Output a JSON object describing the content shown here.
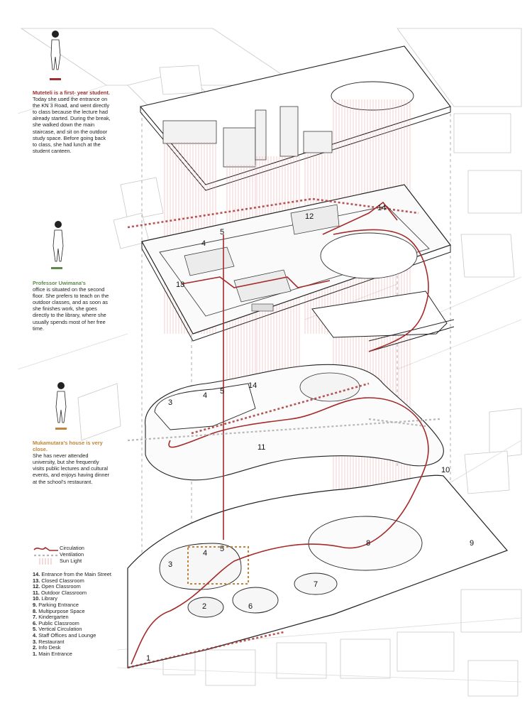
{
  "personas": [
    {
      "heading": "Muteteli is a first- year student.",
      "body": "Today she used the entrance on the KN 3 Road, and went directly to class because the lecture had already started. During the break, she  walked down the main staircase, and sit on the outdoor study space. Before going back to class, she had lunch at the student canteen.",
      "color": "#a03030"
    },
    {
      "heading": "Professor Uwimana's",
      "body": "office is situated on the second floor. She prefers to teach on the outdoor classes, and as soon as she finishes work, she goes directly to the library, where she usually spends most of her free time.",
      "color": "#5d8a4a"
    },
    {
      "heading": "Mukamutara's house is very close.",
      "body": "She has never attended university, but she frequently visits public lectures and cultural events, and enjoys having dinner at the school's restaurant.",
      "color": "#c0843a"
    }
  ],
  "legend": {
    "circulation": "Circulation",
    "ventilation": "Ventilation",
    "sunlight": "Sun Light",
    "circulation_color": "#a52a2a",
    "ventilation_color": "#b8b8b8",
    "sunlight_color": "#e8a0a0"
  },
  "key": [
    {
      "num": "14.",
      "label": "Entrance from the Main Street"
    },
    {
      "num": "13.",
      "label": "Closed Classroom"
    },
    {
      "num": "12.",
      "label": "Open Classroom"
    },
    {
      "num": "11.",
      "label": "Outdoor Classroom"
    },
    {
      "num": "10.",
      "label": "Library"
    },
    {
      "num": "9.",
      "label": "Parking Entrance"
    },
    {
      "num": "8.",
      "label": "Multipurpose Space"
    },
    {
      "num": "7.",
      "label": "Kindergarten"
    },
    {
      "num": "6.",
      "label": "Public Classroom"
    },
    {
      "num": "5.",
      "label": "Vertical Circulation"
    },
    {
      "num": "4.",
      "label": "Staff Offices and Lounge"
    },
    {
      "num": "3.",
      "label": "Restaurant"
    },
    {
      "num": "2.",
      "label": "Info Desk"
    },
    {
      "num": "1.",
      "label": "Main Entrance"
    }
  ],
  "labels": {
    "top": {
      "n12": "12",
      "n14": "14",
      "n5": "5",
      "n4": "4",
      "n13": "13"
    },
    "mid": {
      "n3": "3",
      "n4": "4",
      "n5": "5",
      "n14": "14",
      "n11": "11",
      "n10": "10"
    },
    "ground": {
      "n4": "4",
      "n5": "5",
      "n3": "3",
      "n2": "2",
      "n6": "6",
      "n7": "7",
      "n8": "8",
      "n9": "9",
      "n1": "1"
    }
  }
}
